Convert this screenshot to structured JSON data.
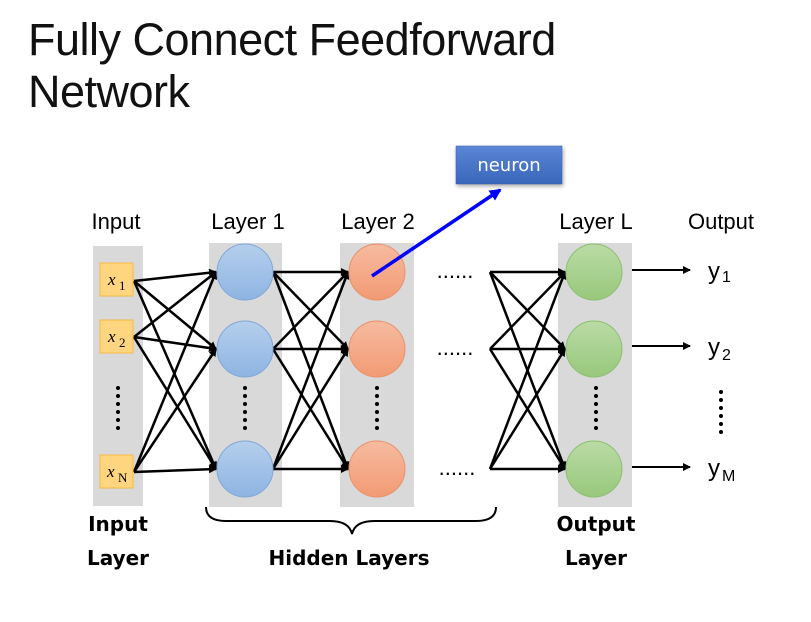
{
  "title": {
    "line1": "Fully Connect Feedforward",
    "line2": "Network"
  },
  "callout": {
    "label": "neuron",
    "color": "#4472C4",
    "arrow_color": "#0000FF"
  },
  "column_headers": {
    "input": "Input",
    "layer1": "Layer 1",
    "layer2": "Layer 2",
    "layerL": "Layer L",
    "output": "Output"
  },
  "inputs": [
    {
      "var": "x",
      "sub": "1"
    },
    {
      "var": "x",
      "sub": "2"
    },
    {
      "var": "x",
      "sub": "N"
    }
  ],
  "outputs": [
    {
      "var": "y",
      "sub": "1"
    },
    {
      "var": "y",
      "sub": "2"
    },
    {
      "var": "y",
      "sub": "M"
    }
  ],
  "ellipsis": "......",
  "bottom_labels": {
    "input_layer_1": "Input",
    "input_layer_2": "Layer",
    "hidden_layers": "Hidden Layers",
    "output_layer_1": "Output",
    "output_layer_2": "Layer"
  },
  "colors": {
    "panel": "#D9D9D9",
    "input_box": "#FFD580",
    "input_box_border": "#F4B942",
    "layer1_node": "#9DC3E6",
    "layer2_node": "#F4A582",
    "layerL_node": "#A9D18E"
  }
}
